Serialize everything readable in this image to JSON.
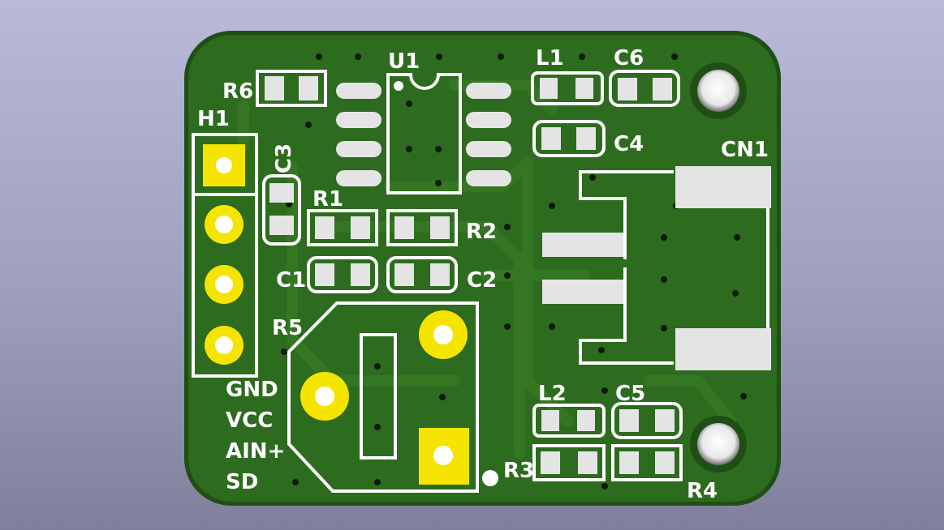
{
  "colors": {
    "background_top": "#b9bad9",
    "background_bottom": "#7f809b",
    "board": "#2d6b1f",
    "board_edge": "#1f4f15",
    "copper_trace": "#357a25",
    "silkscreen": "#ffffff",
    "pad_gold": "#f5e400",
    "pad_silver": "#e4e4e4",
    "hole": "#1a1a1a"
  },
  "silkscreen": {
    "u1": "U1",
    "l1": "L1",
    "c6": "C6",
    "r6": "R6",
    "h1": "H1",
    "c3": "C3",
    "c4": "C4",
    "cn1": "CN1",
    "r1": "R1",
    "r2": "R2",
    "c1": "C1",
    "c2": "C2",
    "r5": "R5",
    "l2": "L2",
    "c5": "C5",
    "r3": "R3",
    "r4": "R4",
    "pin_gnd": "GND",
    "pin_vcc": "VCC",
    "pin_ain": "AIN+",
    "pin_sd": "SD"
  }
}
